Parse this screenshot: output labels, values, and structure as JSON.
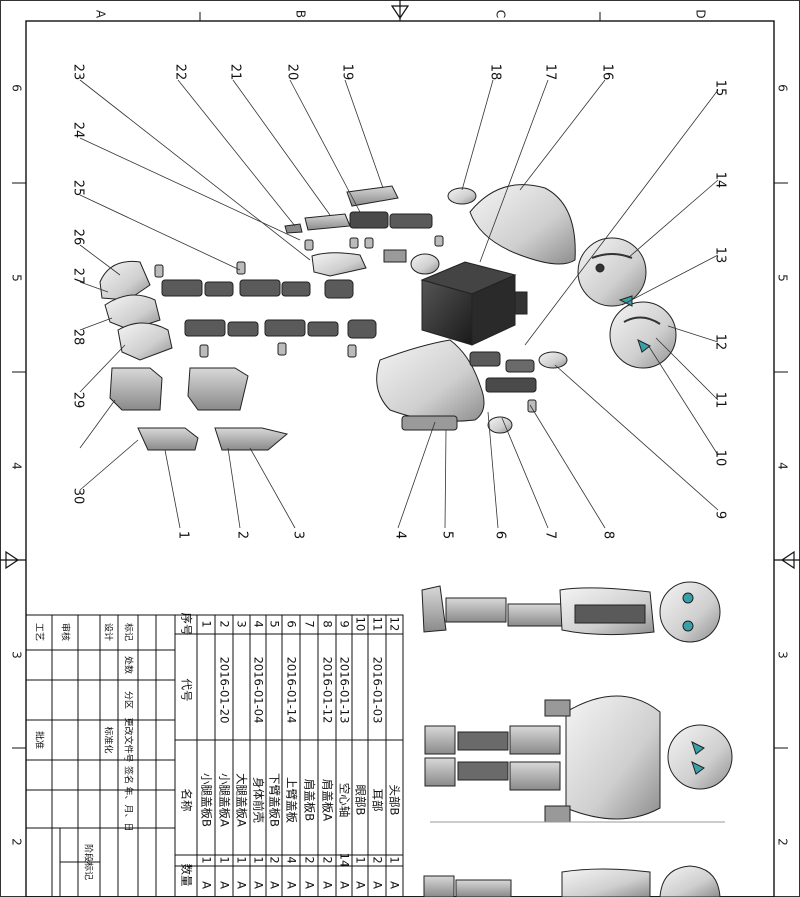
{
  "frame": {
    "zone_letters": [
      "A",
      "B",
      "C",
      "D"
    ],
    "zone_numbers_left": [
      "6",
      "5",
      "4",
      "3",
      "2"
    ],
    "zone_numbers_right": [
      "6",
      "5",
      "4",
      "3",
      "2"
    ]
  },
  "callouts": [
    "1",
    "2",
    "3",
    "4",
    "5",
    "6",
    "7",
    "8",
    "9",
    "10",
    "11",
    "12",
    "13",
    "14",
    "15",
    "16",
    "17",
    "18",
    "19",
    "20",
    "21",
    "22",
    "23",
    "24",
    "25",
    "26",
    "27",
    "28",
    "29",
    "30"
  ],
  "bom": {
    "header_seq": "序号",
    "header_code": "代号",
    "header_name": "名称",
    "header_qty": "数量",
    "rows": [
      {
        "seq": "1",
        "code": "",
        "name": "小腿盖板B",
        "qty": "1"
      },
      {
        "seq": "2",
        "code": "2016-01-20",
        "name": "小腿盖板A",
        "qty": "1"
      },
      {
        "seq": "3",
        "code": "",
        "name": "大腿盖板A",
        "qty": "1"
      },
      {
        "seq": "4",
        "code": "2016-01-04",
        "name": "身体前壳",
        "qty": "1"
      },
      {
        "seq": "5",
        "code": "",
        "name": "下臂盖板B",
        "qty": "2"
      },
      {
        "seq": "6",
        "code": "2016-01-14",
        "name": "上臂盖板",
        "qty": "4"
      },
      {
        "seq": "7",
        "code": "",
        "name": "肩盖板B",
        "qty": "2"
      },
      {
        "seq": "8",
        "code": "2016-01-12",
        "name": "肩盖板A",
        "qty": "2"
      },
      {
        "seq": "9",
        "code": "2016-01-13",
        "name": "空心轴",
        "qty": "14"
      },
      {
        "seq": "10",
        "code": "",
        "name": "眼部B",
        "qty": "1"
      },
      {
        "seq": "11",
        "code": "2016-01-03",
        "name": "耳部",
        "qty": "2"
      },
      {
        "seq": "12",
        "code": "",
        "name": "头部B",
        "qty": "1"
      }
    ],
    "qty_suffix": "A"
  },
  "title_block": {
    "mark": "标记",
    "count": "处数",
    "zone": "分区",
    "change_doc": "更改文件号",
    "sign": "签名",
    "date": "年、月、日",
    "design": "设计",
    "standard": "标准化",
    "review": "审核",
    "process": "工艺",
    "approve": "批准",
    "stage": "阶段标记"
  }
}
